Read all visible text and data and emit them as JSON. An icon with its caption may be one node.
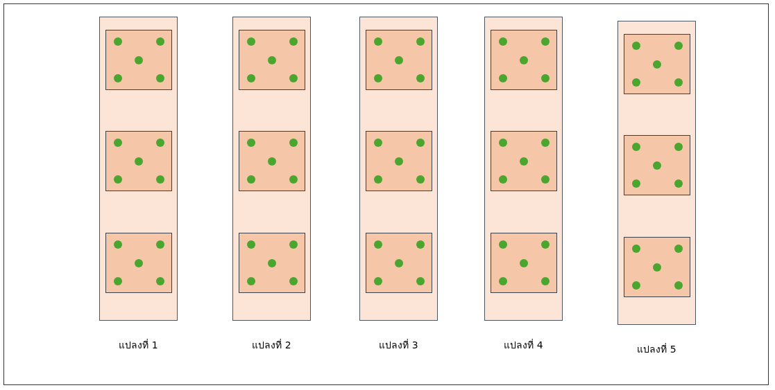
{
  "diagram": {
    "nodes": [
      {
        "text": [
          "แปลงที่ 1"
        ]
      },
      {
        "text": [],
        "shape": "box",
        "in": 0
      },
      {
        "text": [],
        "shape": "box",
        "in": 0
      },
      {
        "text": [],
        "shape": "box",
        "in": 0
      },
      {
        "text": [
          "แปลงที่ 2"
        ]
      },
      {
        "text": [],
        "shape": "box",
        "in": 4
      },
      {
        "text": [],
        "shape": "box",
        "in": 4
      },
      {
        "text": [],
        "shape": "box",
        "in": 4
      },
      {
        "text": [
          "แปลงที่ 3"
        ]
      },
      {
        "text": [],
        "shape": "box",
        "in": 8
      },
      {
        "text": [],
        "shape": "box",
        "in": 8
      },
      {
        "text": [],
        "shape": "box",
        "in": 8
      },
      {
        "text": [
          "แปลงที่ 4"
        ]
      },
      {
        "text": [],
        "shape": "box",
        "in": 12
      },
      {
        "text": [],
        "shape": "box",
        "in": 12
      },
      {
        "text": [],
        "shape": "box",
        "in": 12
      },
      {
        "text": [
          "แปลงที่ 5"
        ]
      },
      {
        "text": [],
        "shape": "box",
        "in": 16
      },
      {
        "text": [],
        "shape": "box",
        "in": 16
      },
      {
        "text": [],
        "shape": "box",
        "in": 16
      }
    ]
  }
}
